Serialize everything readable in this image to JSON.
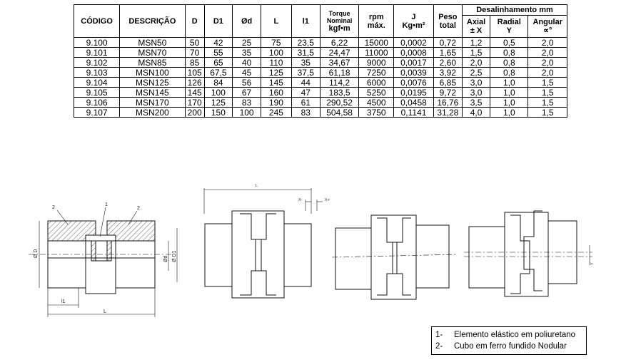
{
  "table": {
    "headers": {
      "codigo": "CÓDIGO",
      "descricao": "DESCRIÇÃO",
      "d": "D",
      "d1": "D1",
      "od": "Ød",
      "l": "L",
      "l1": "l1",
      "torque_l1": "Torque",
      "torque_l2": "Nominal",
      "torque_l3": "kgf•m",
      "rpm_l1": "rpm",
      "rpm_l2": "máx.",
      "j_l1": "J",
      "j_l2": "Kg•m²",
      "peso_l1": "Peso",
      "peso_l2": "total",
      "desal": "Desalinhamento mm",
      "axial_l1": "Axial",
      "axial_l2": "± X",
      "radial_l1": "Radial",
      "radial_l2": "Y",
      "angular_l1": "Angular",
      "angular_l2": "∝°"
    },
    "rows": [
      [
        "9.100",
        "MSN50",
        "50",
        "42",
        "25",
        "75",
        "23,5",
        "6,22",
        "15000",
        "0,0002",
        "0,72",
        "1,2",
        "0,5",
        "2,0"
      ],
      [
        "9.101",
        "MSN70",
        "70",
        "55",
        "35",
        "100",
        "31,5",
        "24,47",
        "11000",
        "0,0008",
        "1,65",
        "1,5",
        "0,8",
        "2,0"
      ],
      [
        "9.102",
        "MSN85",
        "85",
        "65",
        "40",
        "110",
        "35",
        "34,67",
        "9000",
        "0,0017",
        "2,60",
        "2,0",
        "0,8",
        "2,0"
      ],
      [
        "9.103",
        "MSN100",
        "105",
        "67,5",
        "45",
        "125",
        "37,5",
        "61,18",
        "7250",
        "0,0039",
        "3,92",
        "2,5",
        "0,8",
        "2,0"
      ],
      [
        "9.104",
        "MSN125",
        "126",
        "84",
        "56",
        "145",
        "44",
        "114,2",
        "6000",
        "0,0076",
        "6,85",
        "3,0",
        "1,0",
        "1,5"
      ],
      [
        "9.105",
        "MSN145",
        "145",
        "100",
        "67",
        "160",
        "47",
        "183,5",
        "5250",
        "0,0195",
        "9,72",
        "3,0",
        "1,0",
        "1,5"
      ],
      [
        "9.106",
        "MSN170",
        "170",
        "125",
        "83",
        "190",
        "61",
        "290,52",
        "4500",
        "0,0458",
        "16,76",
        "3,5",
        "1,0",
        "1,5"
      ],
      [
        "9.107",
        "MSN200",
        "200",
        "150",
        "100",
        "245",
        "83",
        "504,58",
        "3750",
        "0,1141",
        "31,28",
        "4,0",
        "1,0",
        "1,5"
      ]
    ]
  },
  "drawing": {
    "callout_1": "1",
    "callout_2a": "2",
    "callout_2b": "2",
    "dim_D": "Ø D",
    "dim_D1": "Ø D1",
    "dim_d": "Ød",
    "dim_l1": "l1",
    "dim_L": "L",
    "dim_L_top": "L",
    "dim_X_minus": "X-",
    "dim_X_plus": "X+",
    "dim_Y": "Y"
  },
  "legend": {
    "items": [
      {
        "num": "1-",
        "text": "Elemento elástico em poliuretano"
      },
      {
        "num": "2-",
        "text": "Cubo em ferro fundido Nodular"
      }
    ]
  }
}
